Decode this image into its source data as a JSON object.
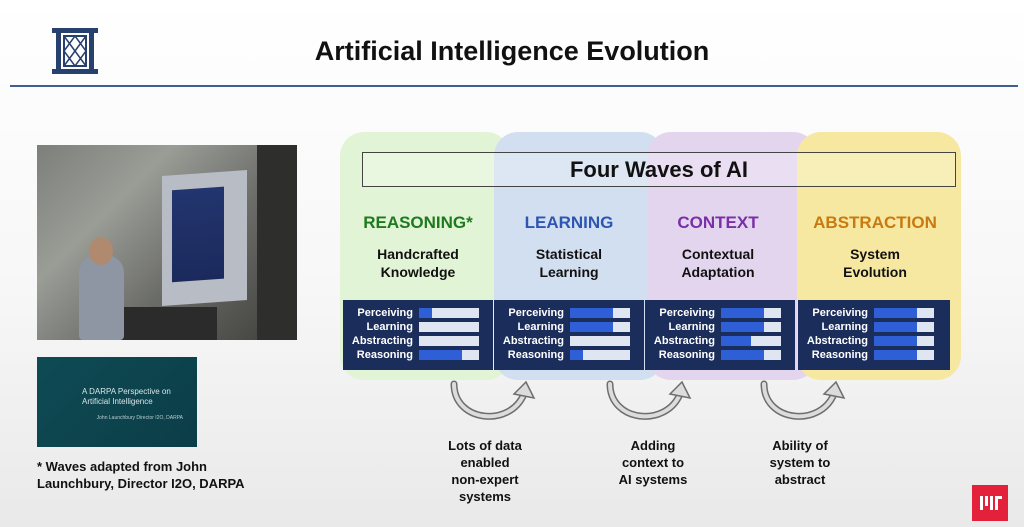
{
  "slide": {
    "title": "Artificial Intelligence Evolution",
    "banner": "Four Waves of AI",
    "footnote": "* Waves adapted from John Launchbury, Director I2O, DARPA",
    "thumbnail": {
      "title": "A DARPA Perspective on Artificial Intelligence",
      "subtitle": "John Launchbury Director I2O, DARPA"
    }
  },
  "colors": {
    "title_rule": "#3f5f8f",
    "reasoning": "#1f7a1f",
    "learning": "#2f55b4",
    "context": "#7a2fa8",
    "abstraction": "#c87a10",
    "panel": "#1b2d5a",
    "bar_fill": "#2f5fd6"
  },
  "waves": [
    {
      "title": "REASONING*",
      "subtitle_line1": "Handcrafted",
      "subtitle_line2": "Knowledge",
      "metrics": [
        {
          "label": "Perceiving",
          "level": 0.22
        },
        {
          "label": "Learning",
          "level": 0.0
        },
        {
          "label": "Abstracting",
          "level": 0.0
        },
        {
          "label": "Reasoning",
          "level": 0.72
        }
      ]
    },
    {
      "title": "LEARNING",
      "subtitle_line1": "Statistical",
      "subtitle_line2": "Learning",
      "metrics": [
        {
          "label": "Perceiving",
          "level": 0.72
        },
        {
          "label": "Learning",
          "level": 0.72
        },
        {
          "label": "Abstracting",
          "level": 0.0
        },
        {
          "label": "Reasoning",
          "level": 0.22
        }
      ]
    },
    {
      "title": "CONTEXT",
      "subtitle_line1": "Contextual",
      "subtitle_line2": "Adaptation",
      "metrics": [
        {
          "label": "Perceiving",
          "level": 0.72
        },
        {
          "label": "Learning",
          "level": 0.72
        },
        {
          "label": "Abstracting",
          "level": 0.5
        },
        {
          "label": "Reasoning",
          "level": 0.72
        }
      ]
    },
    {
      "title": "ABSTRACTION",
      "subtitle_line1": "System",
      "subtitle_line2": "Evolution",
      "metrics": [
        {
          "label": "Perceiving",
          "level": 0.72
        },
        {
          "label": "Learning",
          "level": 0.72
        },
        {
          "label": "Abstracting",
          "level": 0.72
        },
        {
          "label": "Reasoning",
          "level": 0.72
        }
      ]
    }
  ],
  "transitions": [
    {
      "line1": "Lots of data",
      "line2": "enabled",
      "line3": "non-expert",
      "line4": "systems"
    },
    {
      "line1": "Adding",
      "line2": "context to",
      "line3": "AI systems"
    },
    {
      "line1": "Ability of",
      "line2": "system to",
      "line3": "abstract"
    }
  ]
}
